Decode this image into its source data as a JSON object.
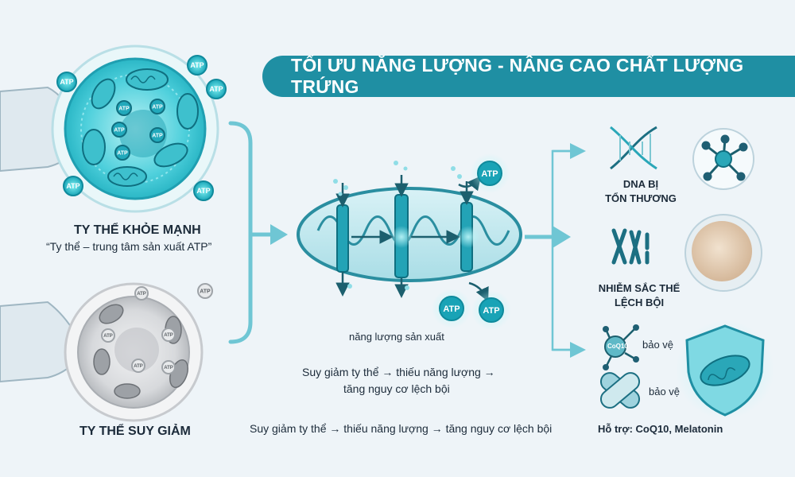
{
  "title": "TỐI ƯU NĂNG LƯỢNG - NÂNG CAO CHẤT LƯỢNG TRỨNG",
  "healthy": {
    "heading": "TY THỂ KHỎE MẠNH",
    "quote": "“Ty thể – trung tâm sản xuất ATP”"
  },
  "declining": {
    "heading": "TY THỂ SUY GIẢM"
  },
  "atp_label": "ATP",
  "center": {
    "energy_caption": "năng lượng sản xuất",
    "chain_line1": "Suy giảm ty thể  → thiếu năng lượng →",
    "chain_line2": "tăng nguy cơ lệch bội",
    "chain_full": "Suy giảm ty thể → thiếu năng lượng → tăng nguy cơ lệch bội"
  },
  "outcomes": {
    "dna_line1": "DNA BỊ",
    "dna_line2": "TỔN THƯƠNG",
    "chromo_line1": "NHIỄM SẮC THỂ",
    "chromo_line2": "LỆCH BỘI",
    "coq10_badge": "CoQ10",
    "protect1": "bảo vệ",
    "protect2": "bảo vệ",
    "support": "Hỗ trợ: CoQ10, Melatonin"
  },
  "colors": {
    "teal": "#1f8fa3",
    "teal_light": "#5fd6e0",
    "bracket": "#6fc6d4",
    "grey_cell": "#c9ccd0"
  }
}
